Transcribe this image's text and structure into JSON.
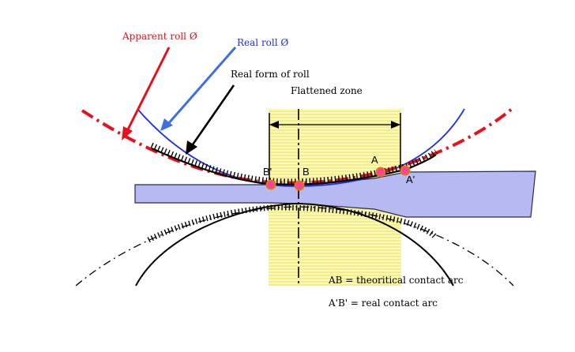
{
  "labels": {
    "apparent_roll": "Apparent roll Ø",
    "real_roll": "Real roll Ø",
    "real_form": "Real form of roll",
    "flattened_zone": "Flattened zone",
    "point_b_prime": "B'",
    "point_b": "B",
    "point_a": "A",
    "point_a_prime": "A'",
    "legend_ab": "AB = theoritical contact arc",
    "legend_a_prime_b_prime": "A'B' = real contact arc"
  },
  "colors": {
    "apparent_roll": "#e8101a",
    "real_roll": "#1c2fe8",
    "real_form": "#000000",
    "flattened_zone": "#f7f4a3",
    "strip": "#b7b9f2",
    "contact_point": "#ff3fa8",
    "contact_point_ring": "#e07a00"
  }
}
